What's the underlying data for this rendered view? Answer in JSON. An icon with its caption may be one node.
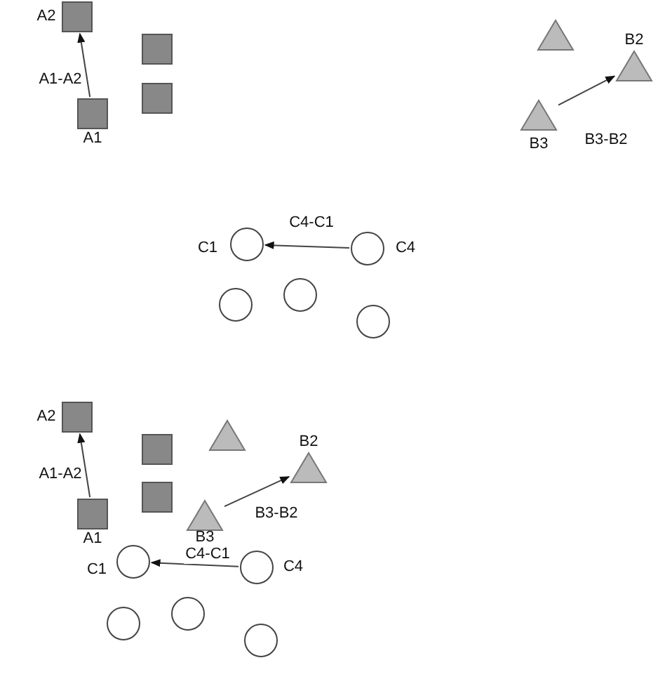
{
  "diagram": {
    "nodes": [
      {
        "text": [],
        "shape": "box",
        "beside": [
          "A2"
        ]
      },
      {
        "text": [],
        "shape": "box",
        "beside": [
          "A1"
        ]
      },
      {
        "text": [],
        "shape": "box"
      },
      {
        "text": [],
        "shape": "box"
      },
      {
        "text": [],
        "shape": "triangle"
      },
      {
        "text": [],
        "shape": "triangle",
        "beside": [
          "B2"
        ]
      },
      {
        "text": [],
        "shape": "triangle",
        "beside": [
          "B3"
        ]
      },
      {
        "text": [],
        "shape": "circle",
        "beside": [
          "C1"
        ]
      },
      {
        "text": [],
        "shape": "circle",
        "beside": [
          "C4"
        ]
      },
      {
        "text": [],
        "shape": "circle"
      },
      {
        "text": [],
        "shape": "circle"
      },
      {
        "text": [],
        "shape": "circle"
      },
      {
        "text": [],
        "shape": "box",
        "beside": [
          "A2"
        ]
      },
      {
        "text": [],
        "shape": "box",
        "beside": [
          "A1"
        ]
      },
      {
        "text": [],
        "shape": "box"
      },
      {
        "text": [],
        "shape": "box"
      },
      {
        "text": [],
        "shape": "triangle"
      },
      {
        "text": [],
        "shape": "triangle",
        "beside": [
          "B2"
        ]
      },
      {
        "text": [],
        "shape": "triangle",
        "beside": [
          "B3"
        ]
      },
      {
        "text": [],
        "shape": "circle",
        "beside": [
          "C1"
        ]
      },
      {
        "text": [],
        "shape": "circle",
        "beside": [
          "C4"
        ]
      },
      {
        "text": [],
        "shape": "circle"
      },
      {
        "text": [],
        "shape": "circle"
      },
      {
        "text": [],
        "shape": "circle"
      }
    ],
    "edges": [
      {
        "from": 1,
        "to": 0,
        "arrow": "to",
        "label": "A1-A2"
      },
      {
        "from": 6,
        "to": 5,
        "arrow": "to",
        "label": "B3-B2"
      },
      {
        "from": 8,
        "to": 7,
        "arrow": "to",
        "label": "C4-C1"
      },
      {
        "from": 13,
        "to": 12,
        "arrow": "to",
        "label": "A1-A2"
      },
      {
        "from": 18,
        "to": 17,
        "arrow": "to",
        "label": "B3-B2"
      },
      {
        "from": 20,
        "to": 19,
        "arrow": "to",
        "label": "C4-C1"
      }
    ]
  }
}
